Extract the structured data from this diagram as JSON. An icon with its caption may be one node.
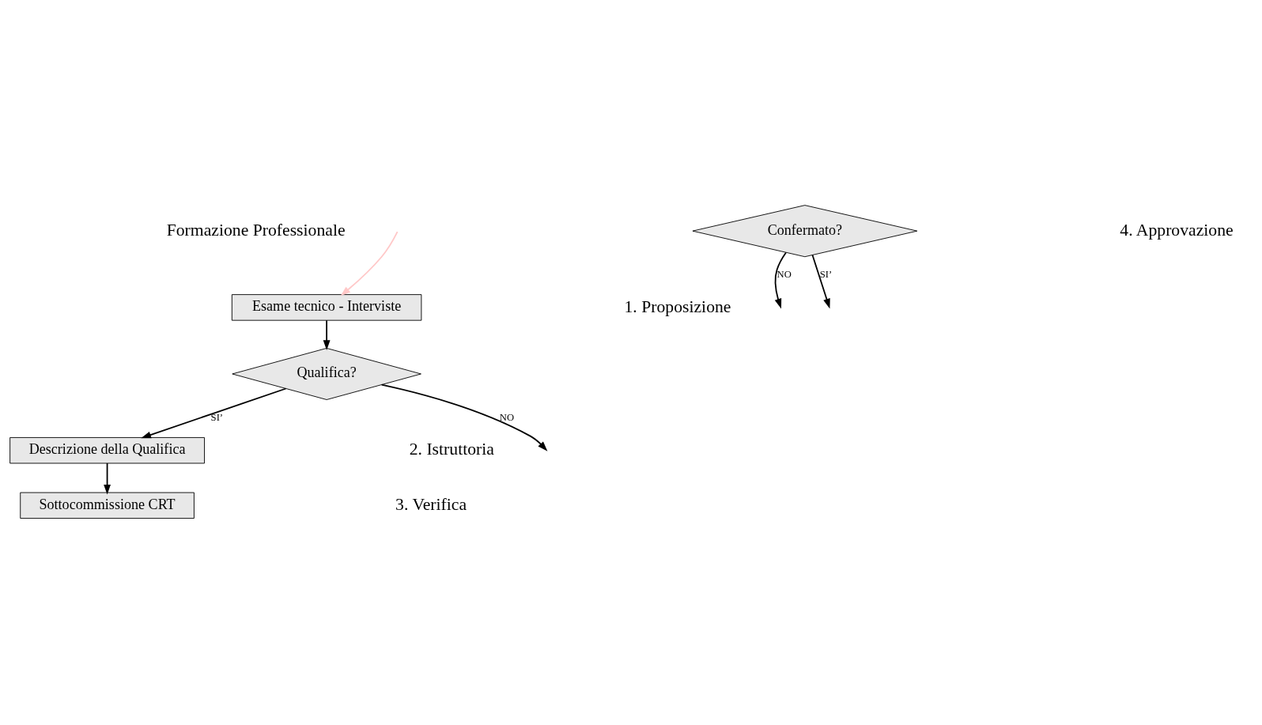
{
  "diagram": {
    "nodes": [
      {
        "text": [
          "Esame tecnico - Interviste"
        ]
      },
      {
        "text": [
          "Qualifica?"
        ]
      },
      {
        "text": [
          "Descrizione della Qualifica"
        ]
      },
      {
        "text": [
          "Sottocommissione CRT"
        ]
      },
      {
        "text": [
          "Confermato?"
        ]
      }
    ],
    "edges": [
      {
        "from": null,
        "to": 0,
        "arrow": "to",
        "color": "#ffc8c8"
      },
      {
        "from": 0,
        "to": 1,
        "arrow": "to"
      },
      {
        "from": 1,
        "to": null,
        "arrow": "to",
        "label": "NO"
      },
      {
        "from": 1,
        "to": 2,
        "arrow": "to",
        "label": "SI’"
      },
      {
        "from": 2,
        "to": 3,
        "arrow": "to"
      },
      {
        "from": 4,
        "to": null,
        "arrow": "to",
        "label": "NO"
      },
      {
        "from": 4,
        "to": null,
        "arrow": "to",
        "label": "SI’"
      }
    ],
    "labels": [
      "Formazione Professionale",
      "1. Proposizione",
      "2. Istruttoria",
      "3. Verifica",
      "4. Approvazione"
    ]
  }
}
